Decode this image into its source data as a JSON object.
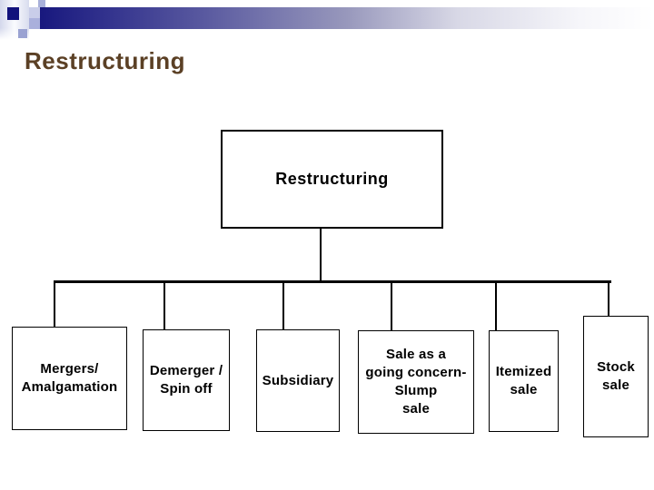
{
  "slide": {
    "title": "Restructuring"
  },
  "org": {
    "root": {
      "label": "Restructuring"
    },
    "children": [
      {
        "id": "mergers-amalgamation",
        "lines": [
          "Mergers/",
          "Amalgamation"
        ]
      },
      {
        "id": "demerger-spin-off",
        "lines": [
          "Demerger /",
          "Spin off"
        ]
      },
      {
        "id": "subsidiary",
        "lines": [
          "Subsidiary"
        ]
      },
      {
        "id": "slump-sale",
        "lines": [
          "Sale as a",
          "going concern-",
          "Slump",
          "sale"
        ]
      },
      {
        "id": "itemized-sale",
        "lines": [
          "Itemized",
          "sale"
        ]
      },
      {
        "id": "stock-sale",
        "lines": [
          "Stock",
          "sale"
        ]
      }
    ]
  },
  "theme": {
    "navy": "#12127c",
    "periwinkle_light": "#c9cde9",
    "periwinkle_mid": "#9aa2d2",
    "title_brown": "#5b4025",
    "box_border": "#000000",
    "background": "#ffffff"
  }
}
